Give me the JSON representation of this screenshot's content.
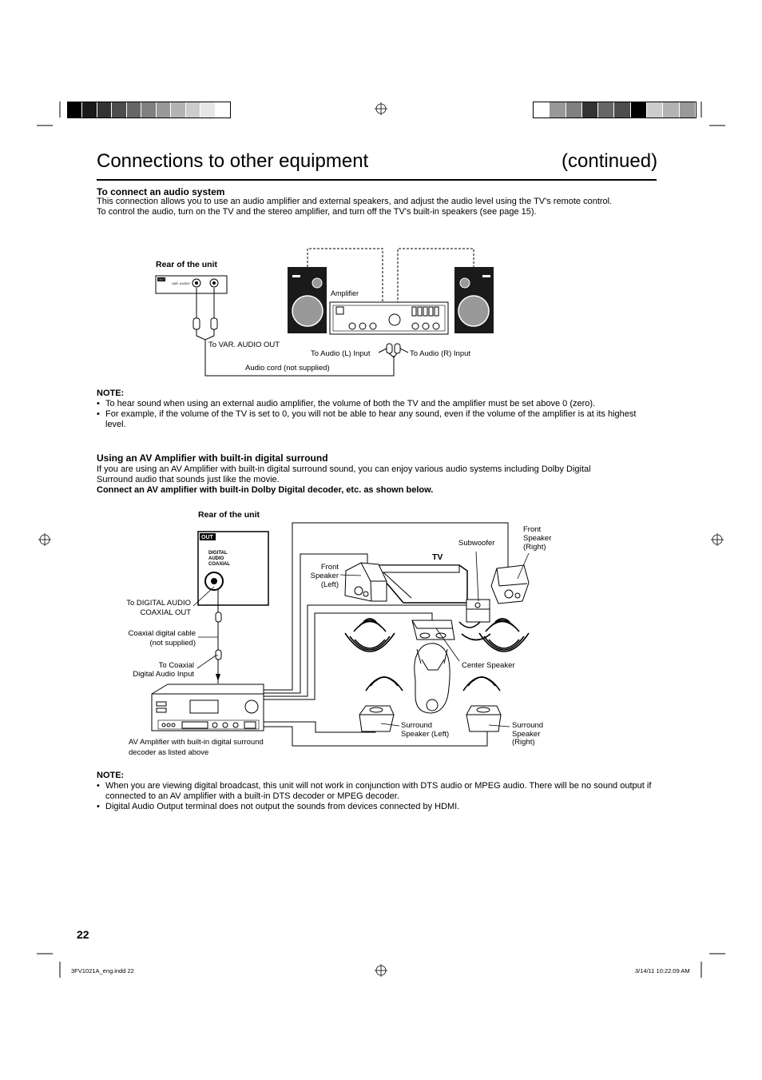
{
  "header": {
    "title": "Connections to other equipment",
    "continued": "(continued)"
  },
  "section1": {
    "heading": "To connect an audio system",
    "line1": "This connection allows you to use an audio amplifier and external speakers, and adjust the audio level using the TV's remote control.",
    "line2": "To control the audio, turn on the TV and the stereo amplifier, and turn off the TV's built-in speakers (see page 15).",
    "diagram": {
      "rear_label": "Rear of the unit",
      "panel_out": "OUT",
      "panel_var": "VAR. AUDIO",
      "amplifier": "Amplifier",
      "to_var_audio_out": "To VAR. AUDIO OUT",
      "to_audio_l": "To Audio (L) Input",
      "to_audio_r": "To Audio (R) Input",
      "audio_cord": "Audio cord (not supplied)"
    },
    "note_heading": "NOTE:",
    "notes": [
      "To hear sound when using an external audio amplifier, the volume of both the TV and the amplifier must be set above 0 (zero).",
      "For example, if the volume of the TV is set to 0, you will not be able to hear any sound, even if the volume of the amplifier is at its highest level."
    ]
  },
  "section2": {
    "heading": "Using an AV Amplifier with built-in digital surround",
    "line1": "If you are using an AV Amplifier with built-in digital surround sound, you can enjoy various audio systems including Dolby Digital",
    "line2": "Surround audio that sounds just like the movie.",
    "bold_line": "Connect an AV amplifier with built-in Dolby Digital decoder, etc. as shown below.",
    "diagram": {
      "rear_label": "Rear of the unit",
      "panel_out": "OUT",
      "panel_digital": "DIGITAL",
      "panel_audio": "AUDIO",
      "panel_coaxial": "COAXIAL",
      "to_digital_1": "To DIGITAL AUDIO",
      "to_digital_2": "COAXIAL OUT",
      "coax_cable_1": "Coaxial digital cable",
      "coax_cable_2": "(not supplied)",
      "to_coax_1": "To Coaxial",
      "to_coax_2": "Digital Audio Input",
      "av_amp_1": "AV Amplifier with built-in digital surround",
      "av_amp_2": "decoder as listed above",
      "tv": "TV",
      "subwoofer": "Subwoofer",
      "front_left_1": "Front",
      "front_left_2": "Speaker",
      "front_left_3": "(Left)",
      "front_right_1": "Front",
      "front_right_2": "Speaker",
      "front_right_3": "(Right)",
      "center_speaker": "Center Speaker",
      "surround_left_1": "Surround",
      "surround_left_2": "Speaker (Left)",
      "surround_right_1": "Surround",
      "surround_right_2": "Speaker",
      "surround_right_3": "(Right)"
    },
    "note_heading": "NOTE:",
    "notes": [
      "When you are viewing digital broadcast, this unit will not work in conjunction with DTS audio or MPEG audio. There will be no sound output if connected to an AV amplifier with a built-in DTS decoder or MPEG decoder.",
      "Digital Audio Output terminal does not output the sounds from devices connected by HDMI."
    ]
  },
  "footer": {
    "page_number": "22",
    "file": "3FV1021A_eng.indd   22",
    "timestamp": "3/14/11   10:22:09 AM"
  },
  "colors": {
    "calibration_left": [
      "#000000",
      "#1a1a1a",
      "#333333",
      "#4d4d4d",
      "#666666",
      "#808080",
      "#999999",
      "#b3b3b3",
      "#cccccc",
      "#e6e6e6",
      "#ffffff"
    ],
    "calibration_right": [
      "#ffffff",
      "#999999",
      "#808080",
      "#333333",
      "#666666",
      "#4d4d4d",
      "#000000",
      "#cccccc",
      "#b3b3b3",
      "#999999"
    ]
  }
}
